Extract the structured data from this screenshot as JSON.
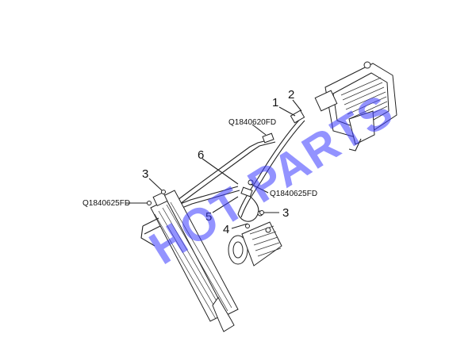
{
  "callouts": {
    "c1": "1",
    "c2": "2",
    "c3a": "3",
    "c3b": "3",
    "c4": "4",
    "c5": "5",
    "c6": "6"
  },
  "part_codes": {
    "top": "Q1840620FD",
    "middle_right": "Q1840625FD",
    "left": "Q1840625FD"
  },
  "watermark": "HOT PARTS",
  "colors": {
    "line": "#222222",
    "watermark": "#3b3bff"
  }
}
